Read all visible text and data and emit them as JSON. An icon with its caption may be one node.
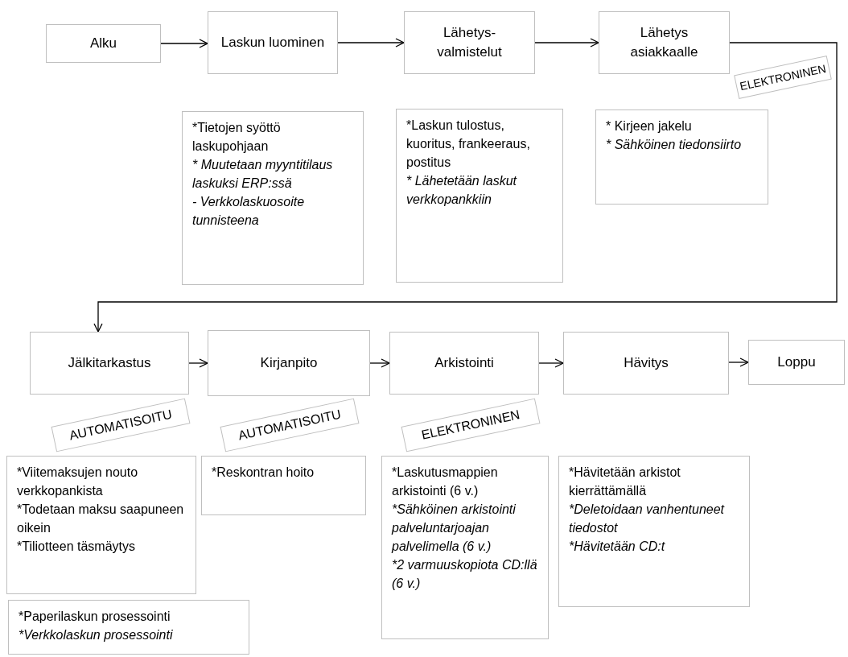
{
  "diagram": {
    "nodes": [
      {
        "text": [
          "Alku"
        ]
      },
      {
        "text": [
          "Laskun luominen"
        ]
      },
      {
        "text": [
          "Lähetys- valmistelut"
        ]
      },
      {
        "text": [
          "Lähetys asiakkaalle"
        ]
      },
      {
        "text": [
          "ELEKTRONINEN"
        ]
      },
      {
        "text": [
          "*Tietojen syöttö laskupohjaan",
          "* Muutetaan myyntitilaus laskuksi ERP:ssä",
          "- Verkkolaskuosoite tunnisteena"
        ]
      },
      {
        "text": [
          "*Laskun tulostus, kuoritus, frankeeraus, postitus",
          "* Lähetetään laskut verkkopankkiin"
        ]
      },
      {
        "text": [
          "* Kirjeen jakelu",
          "* Sähköinen tiedonsiirto"
        ]
      },
      {
        "text": [
          "Jälkitarkastus"
        ]
      },
      {
        "text": [
          "Kirjanpito"
        ]
      },
      {
        "text": [
          "Arkistointi"
        ]
      },
      {
        "text": [
          "Hävitys"
        ]
      },
      {
        "text": [
          "Loppu"
        ]
      },
      {
        "text": [
          "AUTOMATISOITU"
        ]
      },
      {
        "text": [
          "AUTOMATISOITU"
        ]
      },
      {
        "text": [
          "ELEKTRONINEN"
        ]
      },
      {
        "text": [
          "*Viitemaksujen nouto verkkopankista",
          "*Todetaan maksu saapuneen oikein",
          "*Tiliotteen täsmäytys"
        ]
      },
      {
        "text": [
          "*Reskontran hoito"
        ]
      },
      {
        "text": [
          "*Laskutusmappien arkistointi (6 v.)",
          "*Sähköinen arkistointi palveluntarjoajan palvelimella (6 v.)",
          "*2 varmuuskopiota CD:llä (6 v.)"
        ]
      },
      {
        "text": [
          "*Hävitetään arkistot kierrättämällä",
          "*Deletoidaan vanhentuneet tiedostot",
          "*Hävitetään CD:t"
        ]
      }
    ],
    "edges": [
      {
        "from": 0,
        "to": 1,
        "arrow": "to"
      },
      {
        "from": 1,
        "to": 2,
        "arrow": "to"
      },
      {
        "from": 2,
        "to": 3,
        "arrow": "to"
      },
      {
        "from": 3,
        "to": 8,
        "arrow": "to"
      },
      {
        "from": 8,
        "to": 9,
        "arrow": "to"
      },
      {
        "from": 9,
        "to": 10,
        "arrow": "to"
      },
      {
        "from": 10,
        "to": 11,
        "arrow": "to"
      },
      {
        "from": 11,
        "to": 12,
        "arrow": "to"
      }
    ],
    "legend": [
      {
        "text": "*Paperilaskun prosessointi"
      },
      {
        "text": "*Verkkolaskun prosessointi"
      }
    ]
  }
}
